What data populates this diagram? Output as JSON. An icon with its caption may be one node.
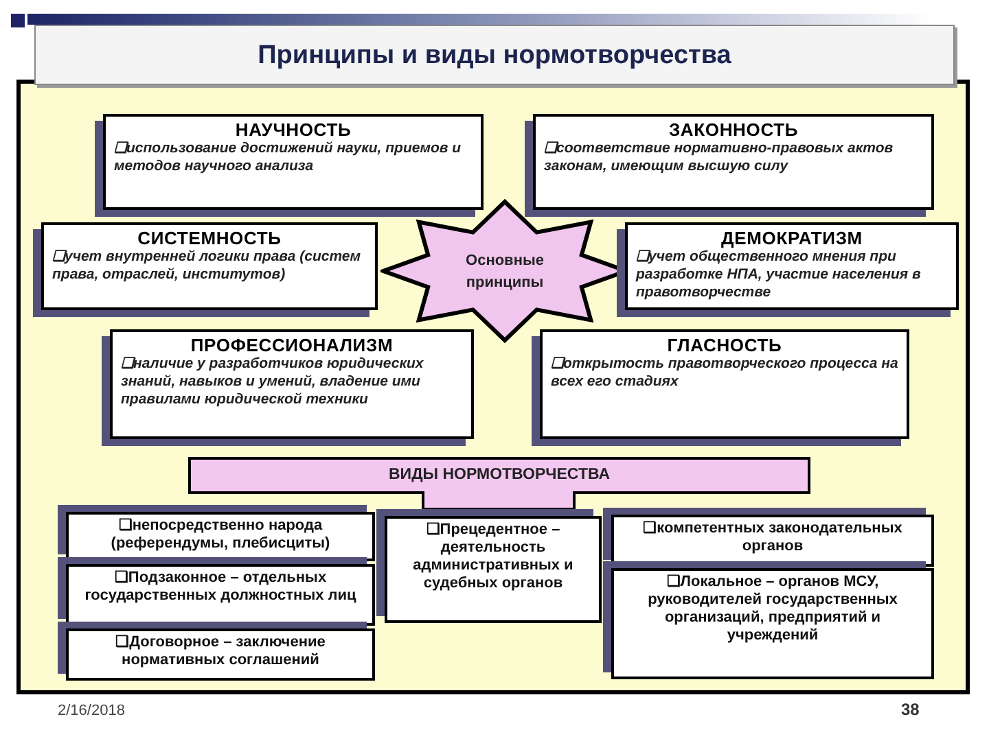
{
  "diagram": {
    "title": "Принципы и виды нормотворчества",
    "nodes": [
      {
        "text": [
          "НАУЧНОСТЬ",
          "❑использование достижений науки, приемов и методов научного анализа"
        ]
      },
      {
        "text": [
          "ЗАКОННОСТЬ",
          "❑соответствие нормативно-правовых актов законам, имеющим высшую силу"
        ]
      },
      {
        "text": [
          "СИСТЕМНОСТЬ",
          "❑учет внутренней логики права (систем права, отраслей, институтов)"
        ]
      },
      {
        "text": [
          "Основные принципы"
        ]
      },
      {
        "text": [
          "ДЕМОКРАТИЗМ",
          "❑учет общественного мнения при разработке НПА, участие населения в правотворчестве"
        ]
      },
      {
        "text": [
          "ПРОФЕССИОНАЛИЗМ",
          "❑наличие у разработчиков юридических знаний, навыков и умений, владение ими правилами юридической техники"
        ]
      },
      {
        "text": [
          "ГЛАСНОСТЬ",
          "❑открытость правотворческого процесса на всех его стадиях"
        ]
      },
      {
        "text": [
          "ВИДЫ НОРМОТВОРЧЕСТВА"
        ]
      },
      {
        "text": [
          "❑непосредственно народа (референдумы, плебисциты)"
        ]
      },
      {
        "text": [
          "❑Прецедентное – деятельность административных и судебных органов"
        ]
      },
      {
        "text": [
          "❑компетентных законодательных органов"
        ]
      },
      {
        "text": [
          "❑Подзаконное – отдельных государственных должностных лиц"
        ]
      },
      {
        "text": [
          "❑Локальное – органов МСУ, руководителей государственных организаций, предприятий и учреждений"
        ]
      },
      {
        "text": [
          "❑Договорное – заключение нормативных соглашений"
        ]
      }
    ],
    "labels": [
      "2/16/2018",
      "38"
    ]
  }
}
